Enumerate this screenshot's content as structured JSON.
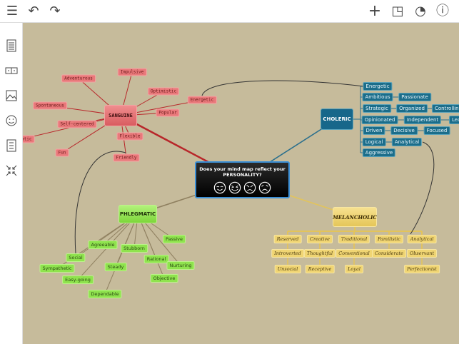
{
  "toolbar": {
    "menu": "menu-icon",
    "undo": "undo-icon",
    "redo": "redo-icon",
    "add": "plus-icon",
    "edit": "edit-icon",
    "theme": "palette-icon",
    "info": "info-icon"
  },
  "sidebar": [
    "document-icon",
    "link-icon",
    "image-icon",
    "emoji-icon",
    "notes-icon",
    "collapse-icon"
  ],
  "center": {
    "line1": "Does your mind map reflect your",
    "line2": "PERSONALITY?",
    "faces": [
      "smile",
      "grin",
      "angry",
      "sad"
    ]
  },
  "sanguine": {
    "title": "SANGUINE",
    "items": [
      "Adventurous",
      "Impulsive",
      "Optimistic",
      "Energetic",
      "Popular",
      "Spontaneous",
      "Self-centered",
      "Dramatic",
      "Fun",
      "Flexible",
      "Friendly"
    ]
  },
  "choleric": {
    "title": "CHOLERIC",
    "items": [
      "Energetic",
      "Ambitious",
      "Passionate",
      "Strategic",
      "Organized",
      "Controlling",
      "Opinionated",
      "Independent",
      "Leader",
      "Driven",
      "Decisive",
      "Focused",
      "Logical",
      "Analytical",
      "Aggressive"
    ]
  },
  "phlegmatic": {
    "title": "PHLEGMATIC",
    "items": [
      "Agreeable",
      "Stubborn",
      "Passive",
      "Social",
      "Sympathetic",
      "Steady",
      "Rational",
      "Nurturing",
      "Easy-going",
      "Objective",
      "Dependable"
    ]
  },
  "melancholic": {
    "title": "MELANCHOLIC",
    "items": [
      "Reserved",
      "Introverted",
      "Unsocial",
      "Creative",
      "Thoughtful",
      "Receptive",
      "Traditional",
      "Conventional",
      "Loyal",
      "Familistic",
      "Considerate",
      "Analytical",
      "Observant",
      "Perfectionist"
    ]
  },
  "colors": {
    "canvas": "#c6bb9b",
    "sanguine": "#e9787a",
    "choleric": "#1b6d8a",
    "phlegmatic": "#8fe34e",
    "melancholic": "#f0d573"
  }
}
